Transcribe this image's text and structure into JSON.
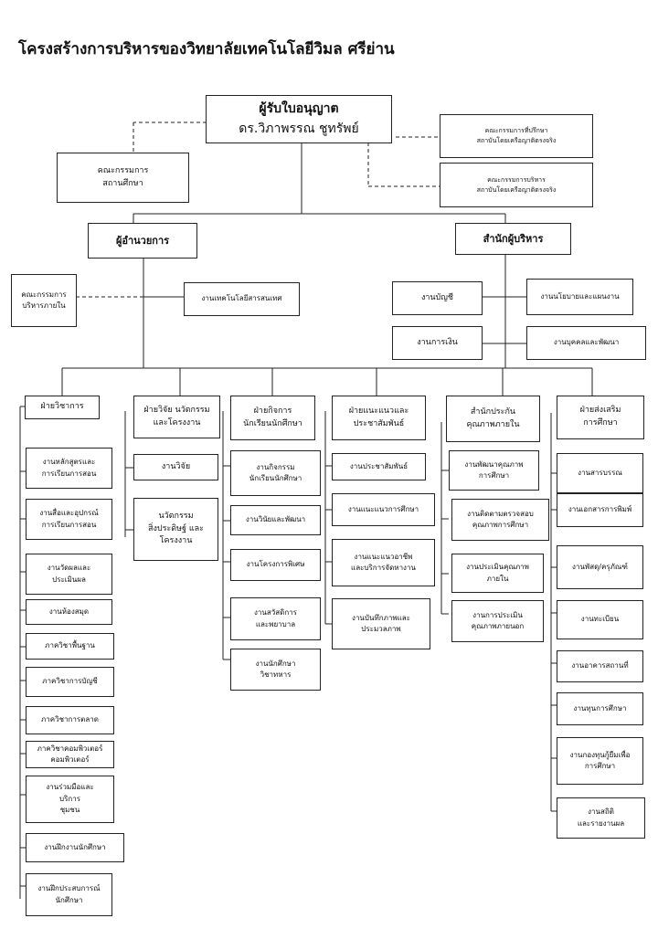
{
  "title": "โครงสร้างการบริหารของวิทยาลัยเทคโนโลยีวิมล ศรีย่าน",
  "licensee": {
    "role": "ผู้รับใบอนุญาต",
    "name": "ดร.วิภาพรรณ  ชูทรัพย์"
  },
  "committee_school": [
    "คณะกรรมการ",
    "สถานศึกษา"
  ],
  "committee_advisory": [
    "คณะกรรมการที่ปรึกษา",
    "สถาบันโดยเครือญาติตรงจริง"
  ],
  "committee_admin": [
    "คณะกรรมการบริหาร",
    "สถาบันโดยเครือญาติตรงจริง"
  ],
  "director": "ผู้อำนวยการ",
  "exec_office": "สำนักผู้บริหาร",
  "committee_internal": [
    "คณะกรรมการ",
    "บริหารภายใน"
  ],
  "it_work": "งานเทคโนโลยีสารสนเทศ",
  "exec_units": {
    "accounting": "งานบัญชี",
    "finance": "งานการเงิน",
    "policy": "งานนโยบายและแผนงาน",
    "personnel": "งานบุคคลและพัฒนา"
  },
  "divisions": [
    {
      "header": [
        "ฝ่ายวิชาการ"
      ],
      "items": [
        [
          "งานหลักสูตรและ",
          "การเรียนการสอน"
        ],
        [
          "งานสื่อและอุปกรณ์",
          "การเรียนการสอน"
        ],
        [
          "งานวัดผลและ",
          "ประเมินผล"
        ],
        [
          "งานห้องสมุด"
        ],
        [
          "ภาควิชาพื้นฐาน"
        ],
        [
          "ภาควิชาการบัญชี"
        ],
        [
          "ภาควิชาการตลาด"
        ],
        [
          "ภาควิชาคอมพิวเตอร์",
          "คอมพิวเตอร์"
        ],
        [
          "งานร่วมมือและ",
          "บริการ",
          "ชุมชน"
        ],
        [
          "งานฝึกงานนักศึกษา"
        ],
        [
          "งานฝึกประสบการณ์",
          "นักศึกษา"
        ]
      ]
    },
    {
      "header": [
        "ฝ่ายวิจัย นวัตกรรม",
        "และโครงงาน"
      ],
      "items": [
        [
          "งานวิจัย"
        ],
        [
          "นวัตกรรม",
          "สิ่งประดิษฐ์ และ",
          "โครงงาน"
        ]
      ]
    },
    {
      "header": [
        "ฝ่ายกิจการ",
        "นักเรียนนักศึกษา"
      ],
      "items": [
        [
          "งานกิจกรรม",
          "นักเรียนนักศึกษา"
        ],
        [
          "งานวินัยและพัฒนา"
        ],
        [
          "งานโครงการพิเศษ"
        ],
        [
          "งานสวัสดิการ",
          "และพยาบาล"
        ],
        [
          "งานนักศึกษา",
          "วิชาทหาร"
        ]
      ]
    },
    {
      "header": [
        "ฝ่ายแนะแนวและ",
        "ประชาสัมพันธ์"
      ],
      "items": [
        [
          "งานประชาสัมพันธ์"
        ],
        [
          "งานแนะแนวการศึกษา"
        ],
        [
          "งานแนะแนวอาชีพ",
          "และบริการจัดหางาน"
        ],
        [
          "งานบันทึกภาพและ",
          "ประมวลภาพ"
        ]
      ]
    },
    {
      "header": [
        "สำนักประกัน",
        "คุณภาพภายใน"
      ],
      "items": [
        [
          "งานพัฒนาคุณภาพ",
          "การศึกษา"
        ],
        [
          "งานติดตามตรวจสอบ",
          "คุณภาพการศึกษา"
        ],
        [
          "งานประเมินคุณภาพ",
          "ภายใน"
        ],
        [
          "งานการประเมิน",
          "คุณภาพภายนอก"
        ]
      ]
    },
    {
      "header": [
        "ฝ่ายส่งเสริม",
        "การศึกษา"
      ],
      "items": [
        [
          "งานสารบรรณ"
        ],
        [
          "งานเอกสารการพิมพ์"
        ],
        [
          "งานพัสดุ/ครุภัณฑ์"
        ],
        [
          "งานทะเบียน"
        ],
        [
          "งานอาคารสถานที่"
        ],
        [
          "งานทุนการศึกษา"
        ],
        [
          "งานกองทุนกู้ยืมเพื่อ",
          "การศึกษา"
        ],
        [
          "งานสถิติ",
          "และรายงานผล"
        ]
      ]
    }
  ]
}
